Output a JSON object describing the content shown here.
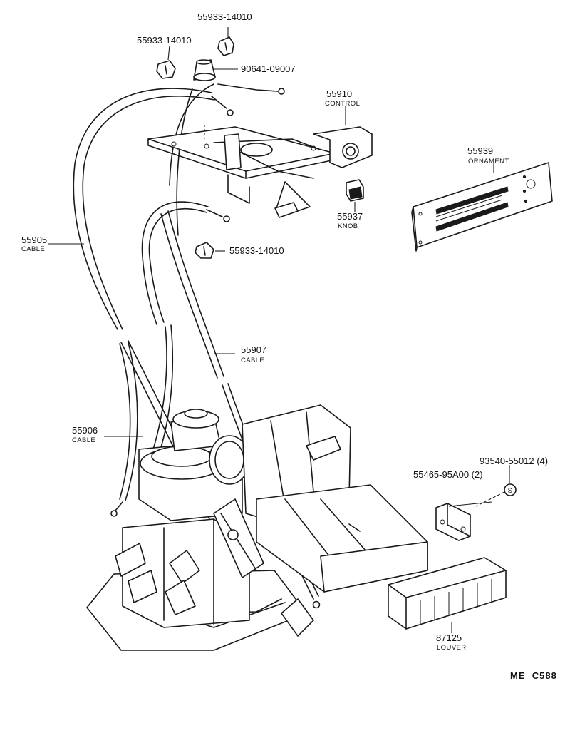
{
  "diagram": {
    "callouts": {
      "clip_top": {
        "number": "55933-14010"
      },
      "clip_left": {
        "number": "55933-14010"
      },
      "clip_mid": {
        "number": "55933-14010"
      },
      "cap": {
        "number": "90641-09007"
      },
      "control": {
        "number": "55910",
        "name": "CONTROL"
      },
      "ornament": {
        "number": "55939",
        "name": "ORNAMENT"
      },
      "knob": {
        "number": "55937",
        "name": "KNOB"
      },
      "cable_55905": {
        "number": "55905",
        "name": "CABLE"
      },
      "cable_55907": {
        "number": "55907",
        "name": "CABLE"
      },
      "cable_55906": {
        "number": "55906",
        "name": "CABLE"
      },
      "screw": {
        "number": "93540-55012 (4)",
        "symbol": "S"
      },
      "bracket": {
        "number": "55465-95A00 (2)"
      },
      "louver": {
        "number": "87125",
        "name": "LOUVER"
      }
    },
    "drawing_code": "ME  C588"
  }
}
